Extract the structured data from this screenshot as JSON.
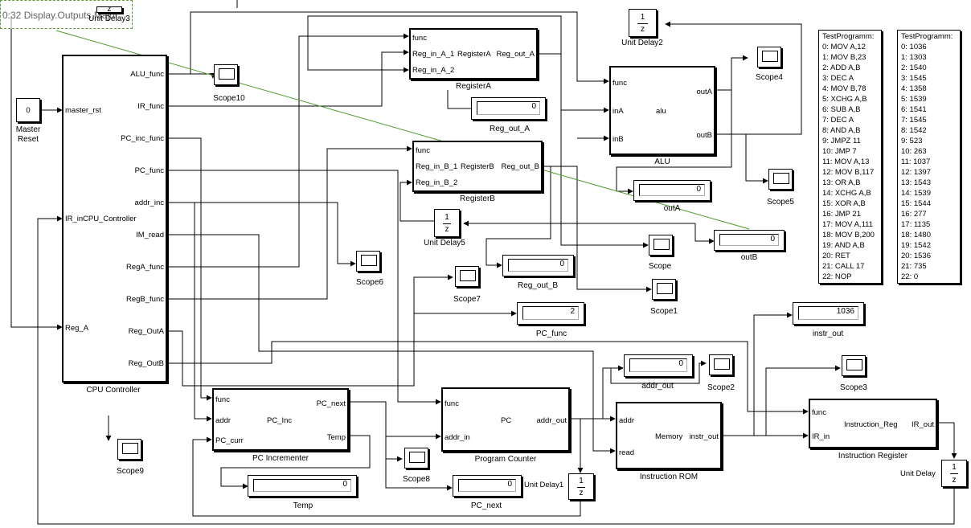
{
  "overlay_label": "0:32 Display.Outputs.Major",
  "master_reset": {
    "value": "0",
    "caption": "Master\nReset"
  },
  "cpu": {
    "caption": "CPU Controller",
    "name": "CPU_Controller",
    "inputs": [
      "master_rst",
      "IR_in",
      "Reg_A"
    ],
    "outputs": [
      "ALU_func",
      "IR_func",
      "PC_inc_func",
      "PC_func",
      "addr_inc",
      "IM_read",
      "RegA_func",
      "RegB_func",
      "Reg_OutA",
      "Reg_OutB"
    ]
  },
  "register_a": {
    "caption": "RegisterA",
    "name": "RegisterA",
    "inputs": [
      "func",
      "Reg_in_A_1",
      "Reg_in_A_2"
    ],
    "outputs": [
      "Reg_out_A"
    ]
  },
  "register_b": {
    "caption": "RegisterB",
    "name": "RegisterB",
    "inputs": [
      "func",
      "Reg_in_B_1",
      "Reg_in_B_2"
    ],
    "outputs": [
      "Reg_out_B"
    ]
  },
  "alu": {
    "caption": "ALU",
    "name": "alu",
    "inputs": [
      "func",
      "inA",
      "inB"
    ],
    "outputs": [
      "outA",
      "outB"
    ]
  },
  "pc_inc": {
    "caption": "PC Incrementer",
    "name": "PC_Inc",
    "inputs": [
      "func",
      "addr",
      "PC_curr"
    ],
    "outputs": [
      "PC_next",
      "Temp"
    ]
  },
  "pc": {
    "caption": "Program Counter",
    "name": "PC",
    "inputs": [
      "func",
      "addr_in"
    ],
    "outputs": [
      "addr_out"
    ]
  },
  "memory": {
    "caption": "Instruction ROM",
    "name": "Memory",
    "inputs": [
      "addr",
      "read"
    ],
    "outputs": [
      "instr_out"
    ]
  },
  "ireg": {
    "caption": "Instruction Register",
    "name": "Instruction_Reg",
    "inputs": [
      "func",
      "IR_in"
    ],
    "outputs": [
      "IR_out"
    ]
  },
  "unit_delays": [
    {
      "id": "unit-delay-3",
      "caption": "Unit Delay3",
      "num": "1",
      "den": "z"
    },
    {
      "id": "unit-delay-2",
      "caption": "Unit Delay2",
      "num": "1",
      "den": "z"
    },
    {
      "id": "unit-delay-5",
      "caption": "Unit Delay5",
      "num": "1",
      "den": "z"
    },
    {
      "id": "unit-delay-1",
      "caption": "Unit Delay1",
      "num": "1",
      "den": "z"
    },
    {
      "id": "unit-delay",
      "caption": "Unit Delay",
      "num": "1",
      "den": "z"
    }
  ],
  "displays": [
    {
      "id": "reg-out-a-display",
      "caption": "Reg_out_A",
      "value": "0"
    },
    {
      "id": "out-a-display",
      "caption": "outA",
      "value": "0"
    },
    {
      "id": "out-b-display",
      "caption": "outB",
      "value": "0"
    },
    {
      "id": "reg-out-b-display",
      "caption": "Reg_out_B",
      "value": "0"
    },
    {
      "id": "pc-func-display",
      "caption": "PC_func",
      "value": "2"
    },
    {
      "id": "instr-out-display",
      "caption": "instr_out",
      "value": "1036"
    },
    {
      "id": "addr-out-display",
      "caption": "addr_out",
      "value": "0"
    },
    {
      "id": "temp-display",
      "caption": "Temp",
      "value": "0"
    },
    {
      "id": "pc-next-display",
      "caption": "PC_next",
      "value": "0"
    }
  ],
  "scopes": [
    "Scope10",
    "Scope4",
    "Scope5",
    "Scope",
    "Scope1",
    "Scope6",
    "Scope7",
    "Scope2",
    "Scope3",
    "Scope9",
    "Scope8"
  ],
  "test_program_asm": {
    "title": "TestProgramm:",
    "rows": [
      "0:  MOV A,12",
      "1:  MOV B,23",
      "2:  ADD A,B",
      "3:  DEC A",
      "4:  MOV B,78",
      "5:  XCHG A,B",
      "6:  SUB A,B",
      "7:  DEC A",
      "8:  AND A,B",
      "9:  JMPZ 11",
      "10: JMP 7",
      "11: MOV A,13",
      "12: MOV B,117",
      "13: OR A,B",
      "14: XCHG A,B",
      "15: XOR A,B",
      "16: JMP 21",
      "17: MOV A,111",
      "18: MOV B,200",
      "19: AND A,B",
      "20: RET",
      "21: CALL 17",
      "22: NOP"
    ]
  },
  "test_program_code": {
    "title": "TestProgramm:",
    "rows": [
      "0:  1036",
      "1:  1303",
      "2:  1540",
      "3:  1545",
      "4:  1358",
      "5:  1539",
      "6:  1541",
      "7:  1545",
      "8:  1542",
      "9:  523",
      "10: 263",
      "11: 1037",
      "12: 1397",
      "13: 1543",
      "14: 1539",
      "15: 1544",
      "16: 277",
      "17: 1135",
      "18: 1480",
      "19: 1542",
      "20: 1536",
      "21: 735",
      "22: 0"
    ]
  },
  "colors": {
    "wire": "#000000",
    "highlight": "#4f9a2e",
    "overlay_border": "#5a9a3a"
  }
}
